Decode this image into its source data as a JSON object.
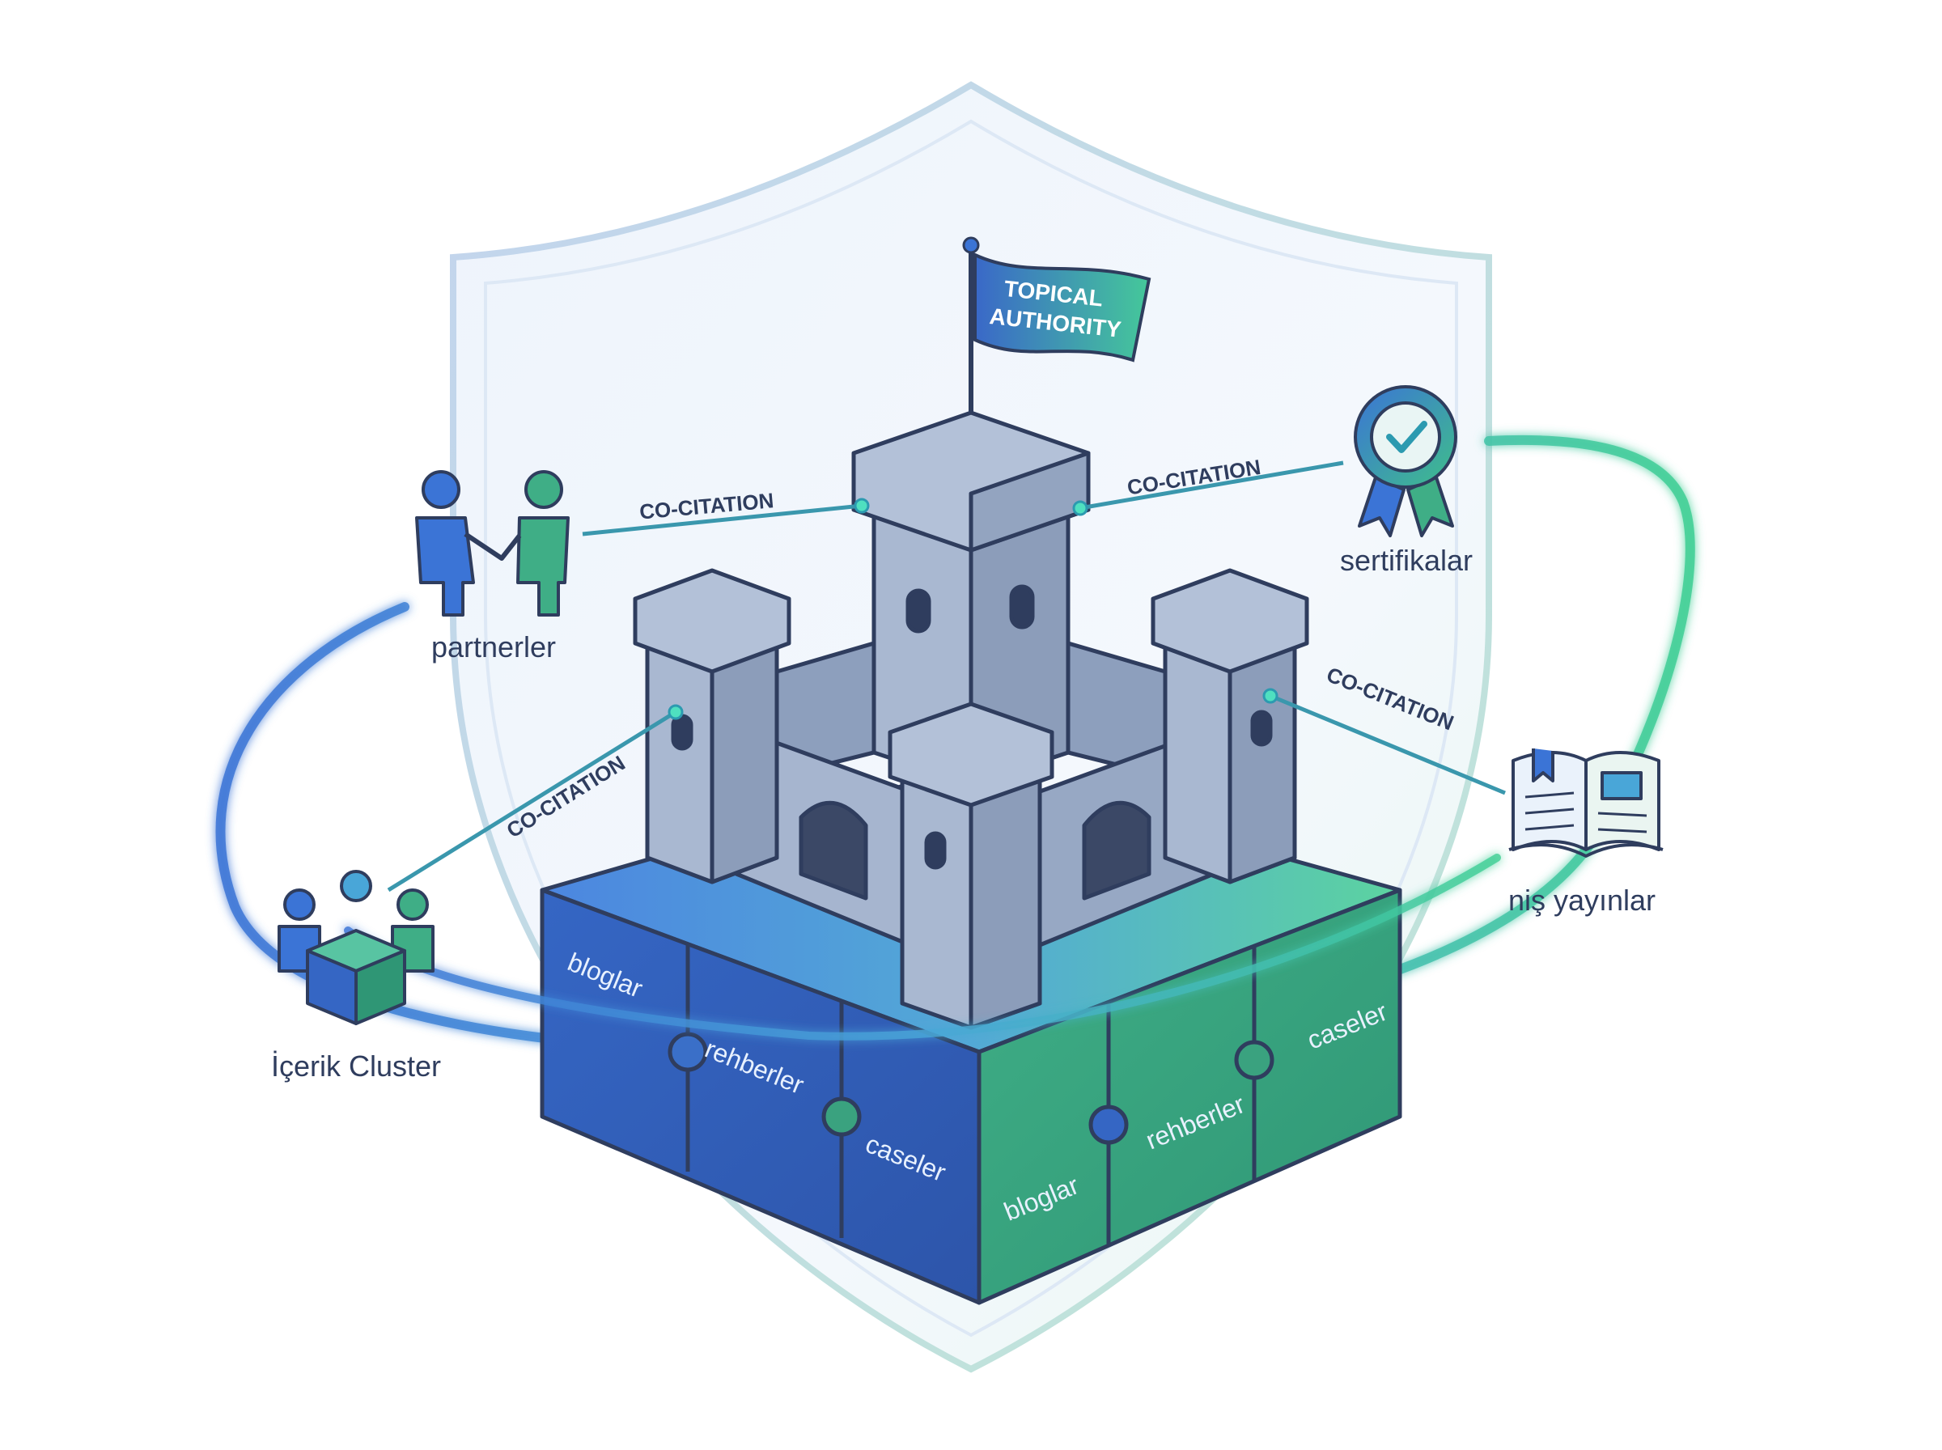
{
  "flag": {
    "line1": "TOPICAL",
    "line2": "AUTHORITY"
  },
  "nodes": {
    "partners": "partnerler",
    "certs": "sertifikalar",
    "cluster": "İçerik Cluster",
    "niche": "niş yayınlar"
  },
  "links": {
    "label": "CO-CITATION"
  },
  "tiles": {
    "left_front": "bloglar",
    "left_mid": "rehberler",
    "center_front": "caseler",
    "right_front1": "bloglar",
    "right_front2": "rehberler",
    "right_back": "caseler"
  },
  "colors": {
    "shield_edge": "#c9d9ee",
    "stone": "#9aabc6",
    "stone_dark": "#6c7f9f",
    "outline": "#2f3d5e",
    "blue": "#3b74d6",
    "green": "#3fbf8a",
    "teal": "#2c9ab0"
  },
  "icons": {
    "partners": "handshake-icon",
    "certs": "award-ribbon-icon",
    "cluster": "team-cube-icon",
    "niche": "open-book-icon",
    "castle": "castle-icon",
    "shield": "shield-icon",
    "flag": "flag-icon"
  }
}
